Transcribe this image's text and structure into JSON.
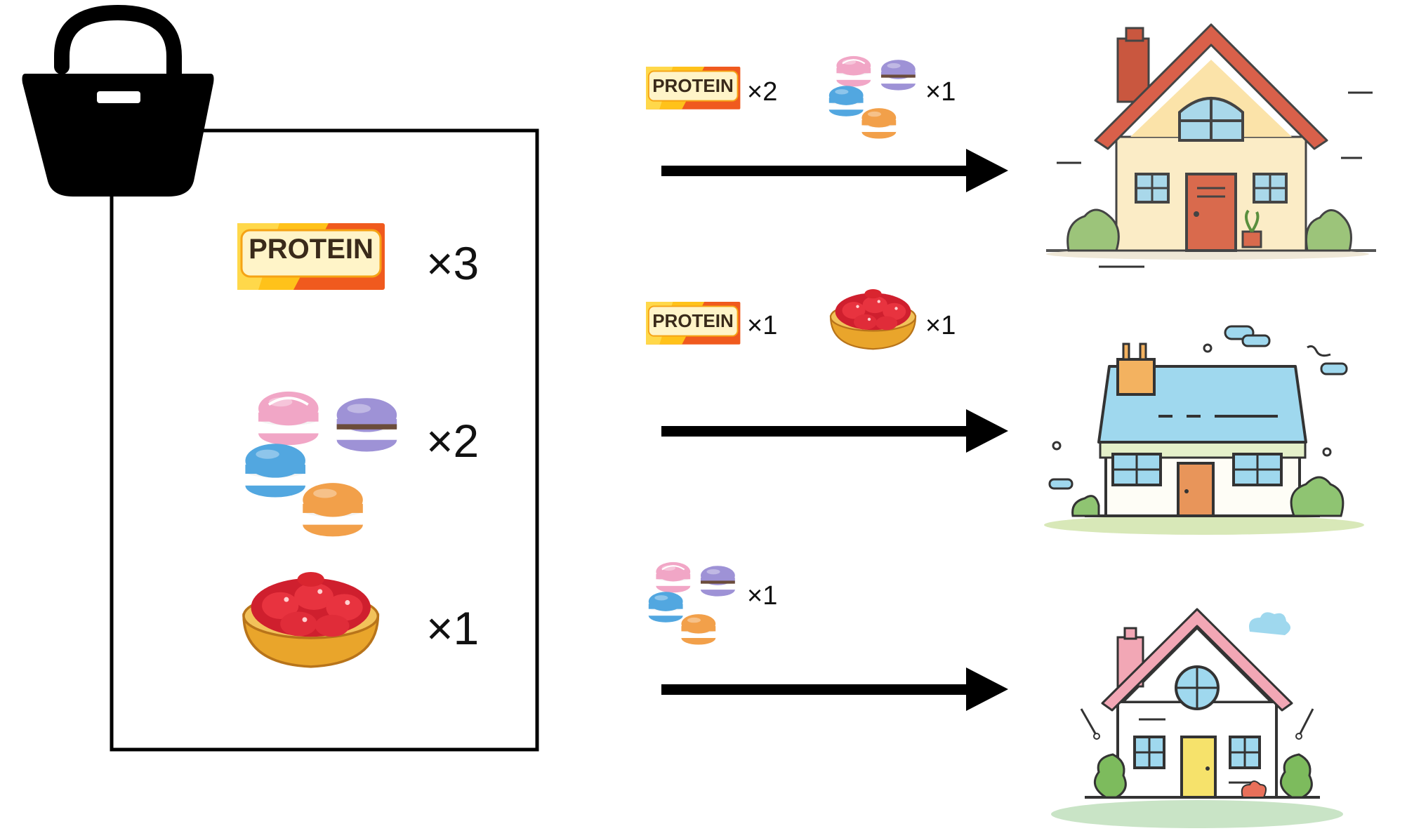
{
  "basket": {
    "icon": "shopping-bag-icon",
    "items": [
      {
        "icon": "protein-bar-icon",
        "label": "PROTEIN",
        "quantity": "×3"
      },
      {
        "icon": "macarons-icon",
        "quantity": "×2"
      },
      {
        "icon": "strawberry-tart-icon",
        "quantity": "×1"
      }
    ]
  },
  "deliveries": [
    {
      "house_icon": "red-roof-house-icon",
      "items": [
        {
          "icon": "protein-bar-icon",
          "label": "PROTEIN",
          "quantity": "×2"
        },
        {
          "icon": "macarons-icon",
          "quantity": "×1"
        }
      ]
    },
    {
      "house_icon": "blue-roof-house-icon",
      "items": [
        {
          "icon": "protein-bar-icon",
          "label": "PROTEIN",
          "quantity": "×1"
        },
        {
          "icon": "strawberry-tart-icon",
          "quantity": "×1"
        }
      ]
    },
    {
      "house_icon": "pink-roof-house-icon",
      "items": [
        {
          "icon": "macarons-icon",
          "quantity": "×1"
        }
      ]
    }
  ],
  "colors": {
    "outline": "#000000",
    "protein_orange": "#f05a1e",
    "protein_yellow": "#ffcc1a",
    "house_red_roof": "#d9604a",
    "house_blue_roof": "#9fd8ee",
    "house_pink_roof": "#f2a7b5"
  }
}
